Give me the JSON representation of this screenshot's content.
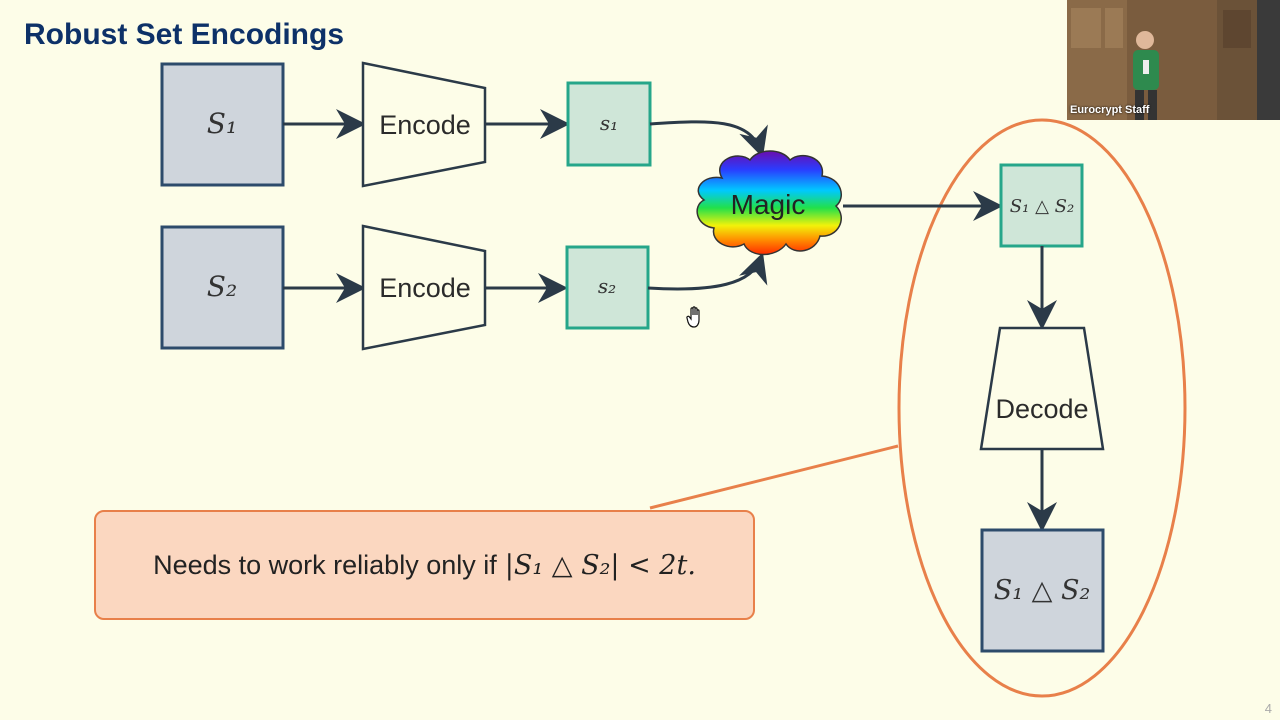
{
  "slide": {
    "title": "Robust Set Encodings",
    "page_number": "4"
  },
  "diagram": {
    "set1_label": "S₁",
    "set2_label": "S₂",
    "encoder_label": "Encode",
    "sketch1_label": "s₁",
    "sketch2_label": "s₂",
    "magic_label": "Magic",
    "diff_sketch_label": "S₁ △ S₂",
    "decoder_label": "Decode",
    "result_label": "S₁ △ S₂",
    "colors": {
      "set_fill": "#cfd5dc",
      "set_border": "#2d4b6b",
      "sketch_fill": "#cfe6d8",
      "sketch_border": "#26a68a",
      "arrow": "#2b3a48",
      "highlight": "#e8804a"
    }
  },
  "note": {
    "text": "Needs to work reliably only if",
    "math": "|S₁ △ S₂| < 2t."
  },
  "video": {
    "caption": "Eurocrypt Staff"
  }
}
